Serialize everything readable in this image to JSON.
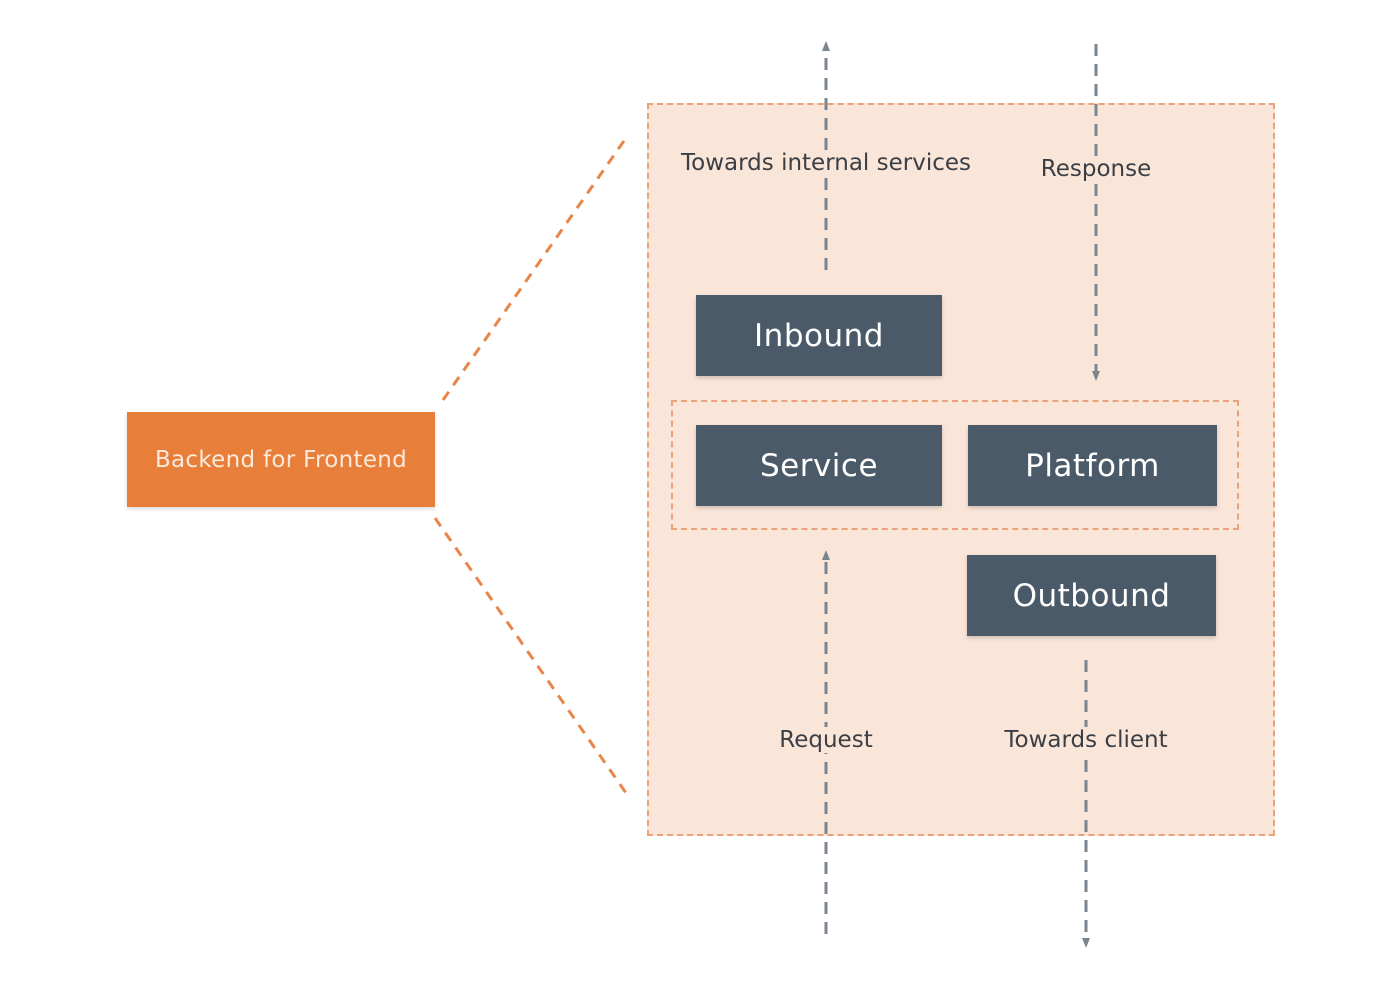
{
  "colors": {
    "accent_orange": "#e77f3b",
    "zone_fill": "#fae5d9",
    "zone_border": "#e9a27a",
    "box_fill": "#4b5a68",
    "arrow": "#7b858f"
  },
  "bff": {
    "label": "Backend for Frontend"
  },
  "layers": {
    "inbound": "Inbound",
    "service": "Service",
    "platform": "Platform",
    "outbound": "Outbound"
  },
  "flows": {
    "towards_internal": "Towards internal services",
    "response": "Response",
    "request": "Request",
    "towards_client": "Towards client"
  }
}
